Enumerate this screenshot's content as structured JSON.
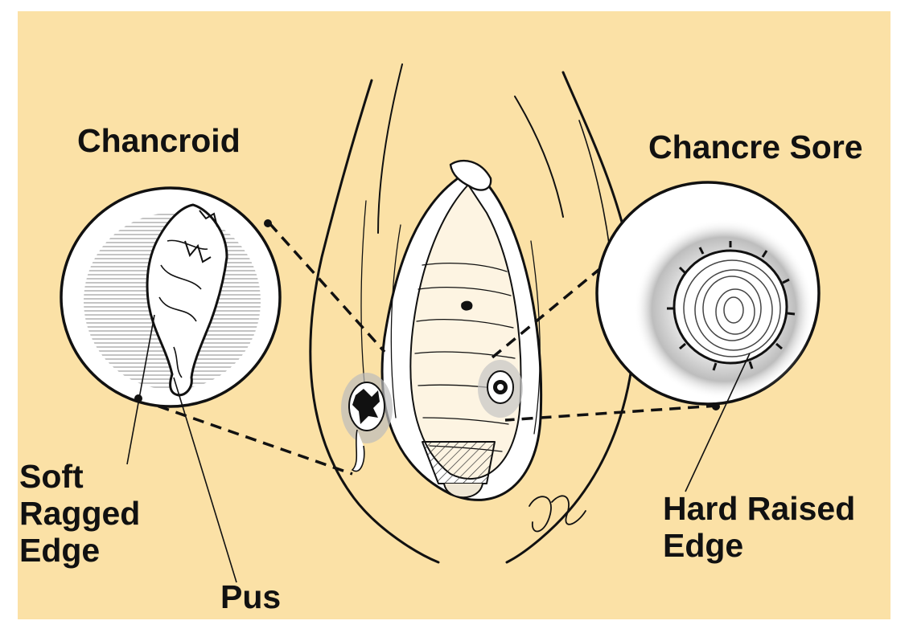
{
  "colors": {
    "background": "#fbe1a6",
    "ink": "#111111",
    "tissue": "#ffffff",
    "shade": "#8a8a8a"
  },
  "labels": {
    "chancroid_title": "Chancroid",
    "chancre_title": "Chancre Sore",
    "soft_edge_line1": "Soft",
    "soft_edge_line2": "Ragged",
    "soft_edge_line3": "Edge",
    "pus": "Pus",
    "hard_edge_line1": "Hard Raised",
    "hard_edge_line2": "Edge"
  }
}
